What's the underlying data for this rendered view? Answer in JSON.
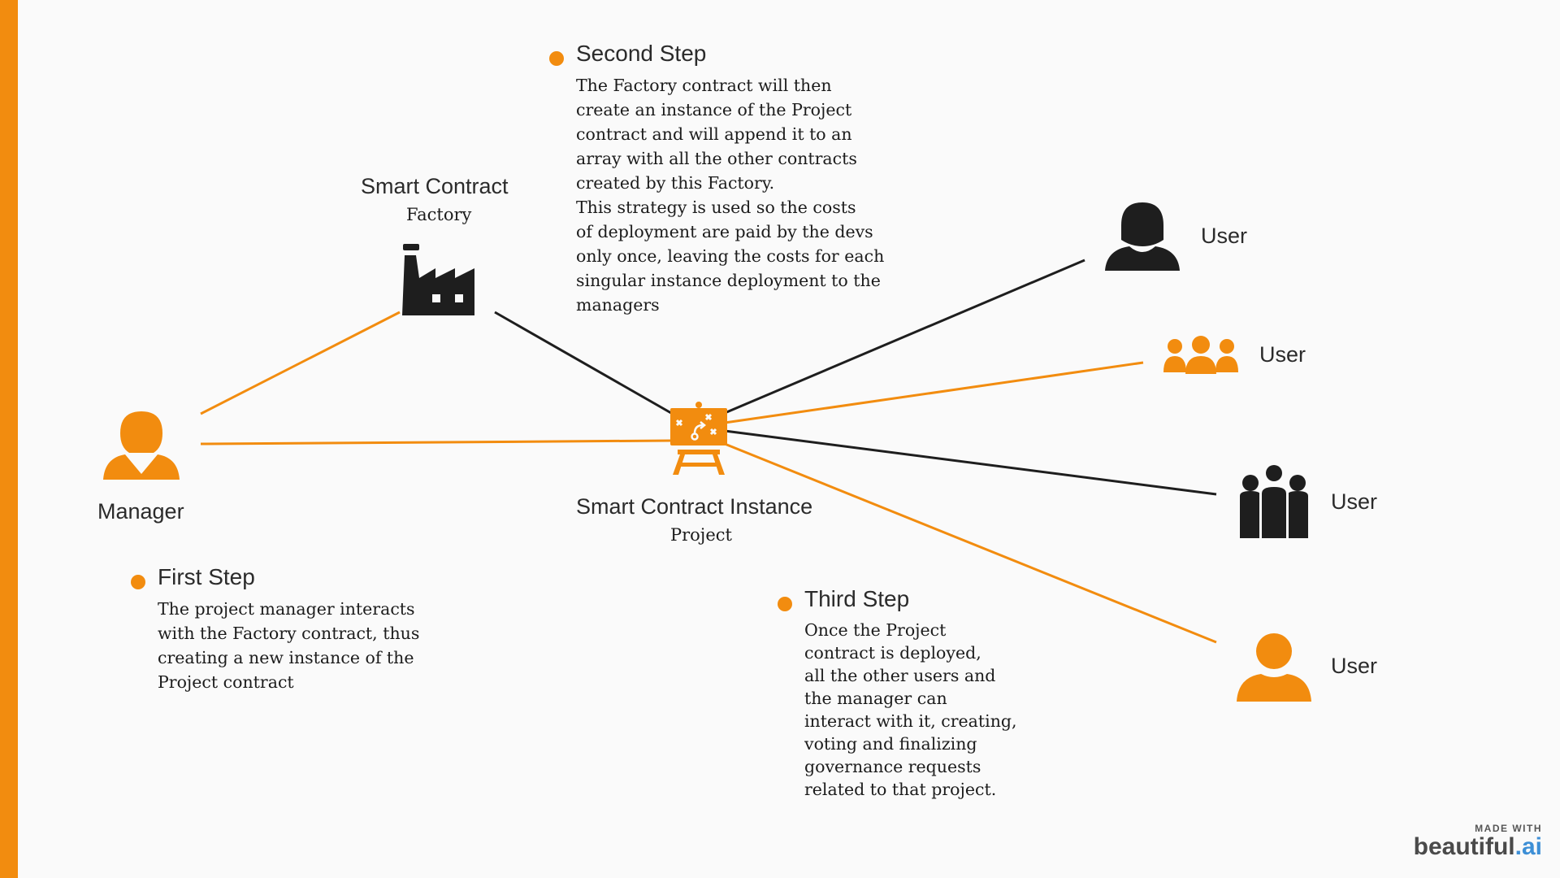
{
  "colors": {
    "accent": "#f28c0f",
    "dark": "#1e1e1e",
    "background": "#fafafa"
  },
  "nodes": {
    "factory": {
      "title": "Smart Contract",
      "subtitle": "Factory",
      "icon": "factory-icon"
    },
    "manager": {
      "title": "Manager",
      "icon": "manager-user-icon"
    },
    "instance": {
      "title": "Smart Contract Instance",
      "subtitle": "Project",
      "icon": "strategy-board-icon"
    },
    "users": [
      {
        "label": "User",
        "icon": "female-user-icon"
      },
      {
        "label": "User",
        "icon": "user-group-icon"
      },
      {
        "label": "User",
        "icon": "team-icon"
      },
      {
        "label": "User",
        "icon": "user-icon"
      }
    ]
  },
  "steps": {
    "first": {
      "title": "First Step",
      "lines": [
        "The project manager interacts",
        "with the Factory contract, thus",
        "creating a new instance of the",
        "Project contract"
      ]
    },
    "second": {
      "title": "Second Step",
      "lines": [
        "The Factory contract will then",
        "create an instance of the Project",
        "contract and will append it to an",
        "array with all the other contracts",
        "created by this Factory.",
        "This strategy is used so the costs",
        "of deployment are paid by the devs",
        "only once, leaving the costs for each",
        "singular instance deployment to the",
        "managers"
      ]
    },
    "third": {
      "title": "Third Step",
      "lines": [
        "Once the Project",
        "contract is deployed,",
        "all the other users and",
        "the manager can",
        "interact with it, creating,",
        "voting and finalizing",
        "governance requests",
        "related to that project."
      ]
    }
  },
  "branding": {
    "made_with": "MADE WITH",
    "name_main": "beautiful",
    "name_dot": ".ai"
  }
}
